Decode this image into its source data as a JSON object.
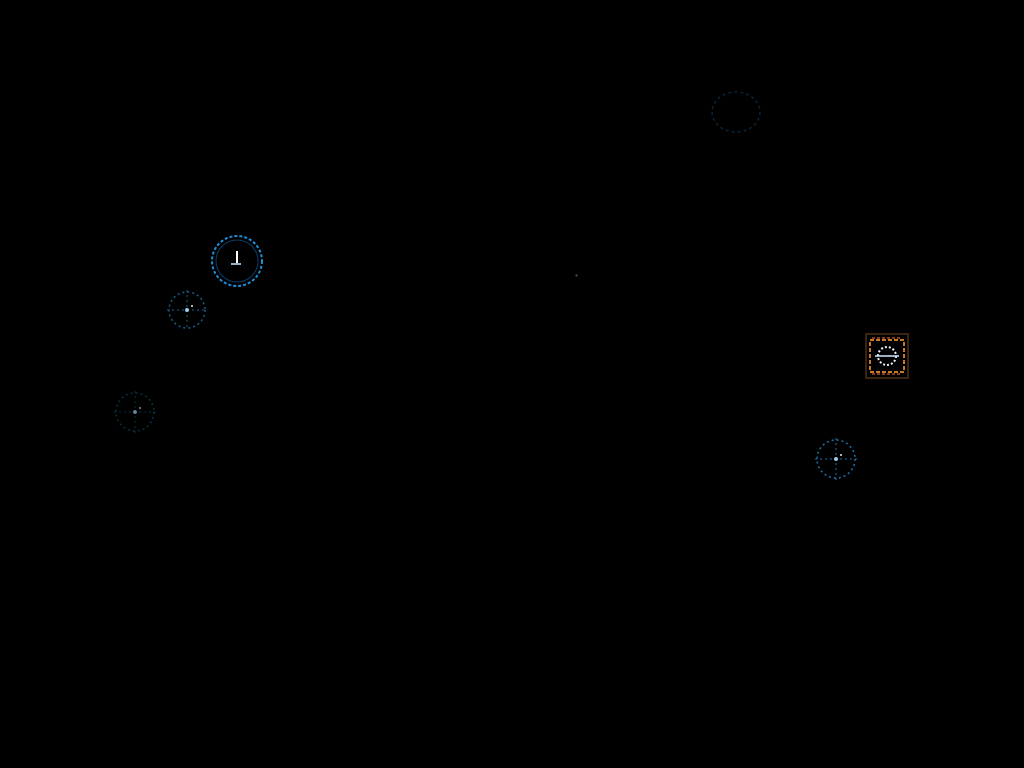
{
  "scene": {
    "background": "#000000",
    "entities": [
      {
        "id": "selected-unit",
        "icon": "selected-unit-ring-icon",
        "state": "selected",
        "color": "#1e8fd6",
        "shape": "ring-dashed-pointer"
      },
      {
        "id": "unit-2",
        "icon": "targeting-reticle-icon",
        "state": "idle",
        "color": "#1a6a9a",
        "shape": "reticle"
      },
      {
        "id": "unit-3",
        "icon": "faint-reticle-icon",
        "state": "faint",
        "color": "#0f5a7a",
        "shape": "reticle-faint"
      },
      {
        "id": "far-marker",
        "icon": "distant-ring-icon",
        "state": "faint",
        "color": "#123a5a",
        "shape": "ring-faint"
      },
      {
        "id": "space-station",
        "icon": "space-station-icon",
        "state": "idle",
        "color": "#c8782a",
        "shape": "station"
      },
      {
        "id": "unit-4",
        "icon": "targeting-reticle-icon",
        "state": "idle",
        "color": "#1e7fc0",
        "shape": "reticle"
      },
      {
        "id": "star",
        "icon": "star-dot-icon",
        "state": "idle",
        "color": "#3a4a5a",
        "shape": "dot"
      }
    ]
  }
}
